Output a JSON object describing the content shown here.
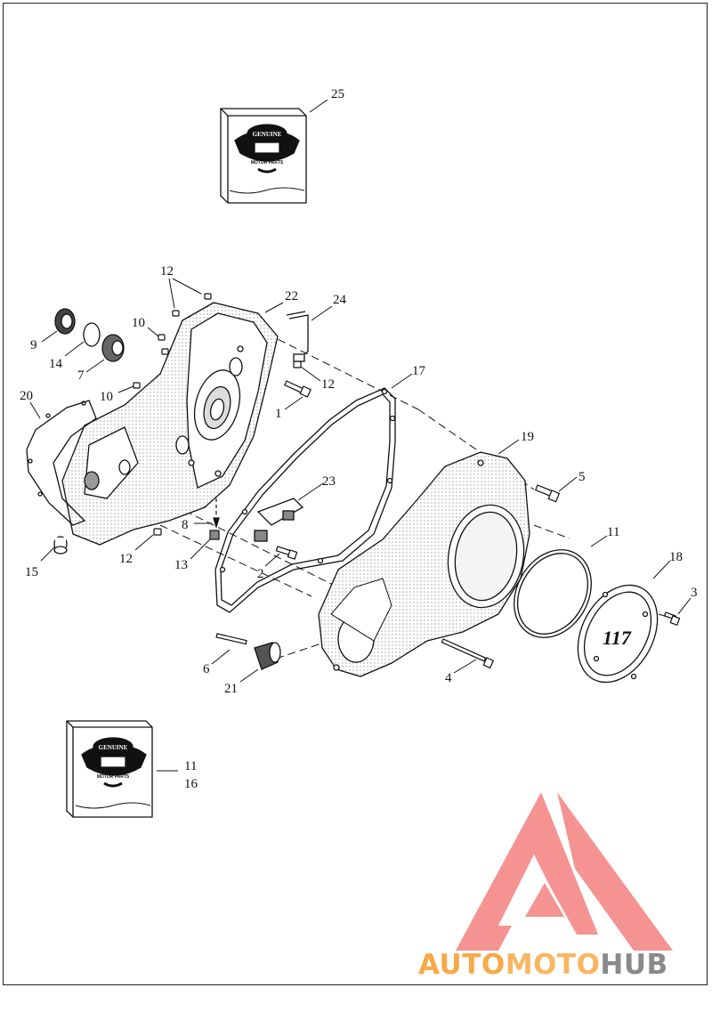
{
  "diagram": {
    "callouts": [
      {
        "id": "c25",
        "label": "25"
      },
      {
        "id": "c12a",
        "label": "12"
      },
      {
        "id": "c22",
        "label": "22"
      },
      {
        "id": "c24",
        "label": "24"
      },
      {
        "id": "c10a",
        "label": "10"
      },
      {
        "id": "c9",
        "label": "9"
      },
      {
        "id": "c14",
        "label": "14"
      },
      {
        "id": "c7",
        "label": "7"
      },
      {
        "id": "c12b",
        "label": "12"
      },
      {
        "id": "c17",
        "label": "17"
      },
      {
        "id": "c10b",
        "label": "10"
      },
      {
        "id": "c1",
        "label": "1"
      },
      {
        "id": "c20",
        "label": "20"
      },
      {
        "id": "c19",
        "label": "19"
      },
      {
        "id": "c5",
        "label": "5"
      },
      {
        "id": "c23",
        "label": "23"
      },
      {
        "id": "c8",
        "label": "8"
      },
      {
        "id": "c11a",
        "label": "11"
      },
      {
        "id": "c18",
        "label": "18"
      },
      {
        "id": "c12c",
        "label": "12"
      },
      {
        "id": "c13",
        "label": "13"
      },
      {
        "id": "c2",
        "label": "2"
      },
      {
        "id": "c15",
        "label": "15"
      },
      {
        "id": "c3",
        "label": "3"
      },
      {
        "id": "c6",
        "label": "6"
      },
      {
        "id": "c4",
        "label": "4"
      },
      {
        "id": "c21",
        "label": "21"
      },
      {
        "id": "c11b",
        "label": "11"
      },
      {
        "id": "c16",
        "label": "16"
      }
    ],
    "kits": [
      {
        "id": "kit-top",
        "badge_top": "GENUINE",
        "badge_bottom": "MOTOR PARTS"
      },
      {
        "id": "kit-bottom",
        "badge_top": "GENUINE",
        "badge_bottom": "MOTOR PARTS"
      }
    ],
    "derby_cover_mark": "117"
  },
  "watermark": {
    "part1": "AUTO",
    "part2": "MOTO",
    "part3": "HUB",
    "color_orange": "#f7a948",
    "color_red": "#ee3b3b",
    "color_gray": "#8a8a8a"
  }
}
